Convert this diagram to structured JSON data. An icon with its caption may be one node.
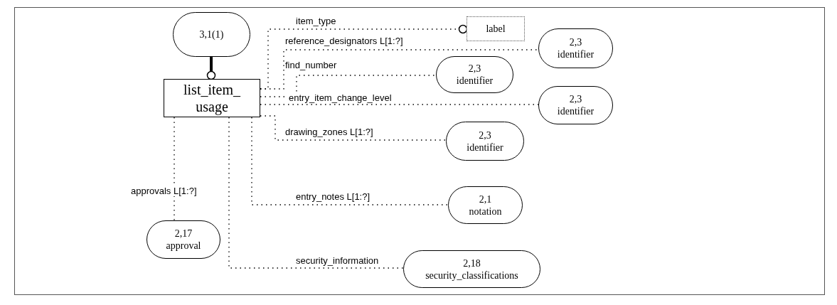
{
  "diagram": {
    "nodes": [
      {
        "text": [
          "3,1(1)"
        ]
      },
      {
        "text": [
          "list_item_ usage"
        ]
      },
      {
        "text": [
          "label"
        ]
      },
      {
        "text": [
          "2,3",
          "identifier"
        ]
      },
      {
        "text": [
          "2,3",
          "identifier"
        ]
      },
      {
        "text": [
          "2,3",
          "identifier"
        ]
      },
      {
        "text": [
          "2,3",
          "identifier"
        ]
      },
      {
        "text": [
          "2,1",
          "notation"
        ]
      },
      {
        "text": [
          "2,17",
          "approval"
        ]
      },
      {
        "text": [
          "2,18",
          "security_classifications"
        ]
      }
    ],
    "edges": [
      {
        "from": 0,
        "to": 1,
        "arrow": "other",
        "style": "thick"
      },
      {
        "from": 1,
        "to": 2,
        "arrow": "other",
        "label": "item_type",
        "style": "dashed"
      },
      {
        "from": 1,
        "to": 3,
        "arrow": "none",
        "label": "reference_designators L[1:?]",
        "style": "dashed"
      },
      {
        "from": 1,
        "to": 4,
        "arrow": "none",
        "label": "find_number",
        "style": "dashed"
      },
      {
        "from": 1,
        "to": 5,
        "arrow": "none",
        "label": "entry_item_change_level",
        "style": "dashed"
      },
      {
        "from": 1,
        "to": 6,
        "arrow": "none",
        "label": "drawing_zones L[1:?]",
        "style": "dashed"
      },
      {
        "from": 1,
        "to": 7,
        "arrow": "none",
        "label": "entry_notes L[1:?]",
        "style": "dashed"
      },
      {
        "from": 1,
        "to": 8,
        "arrow": "none",
        "label": "approvals L[1:?]",
        "style": "dashed"
      },
      {
        "from": 1,
        "to": 9,
        "arrow": "none",
        "label": "security_information",
        "style": "dashed"
      }
    ]
  }
}
